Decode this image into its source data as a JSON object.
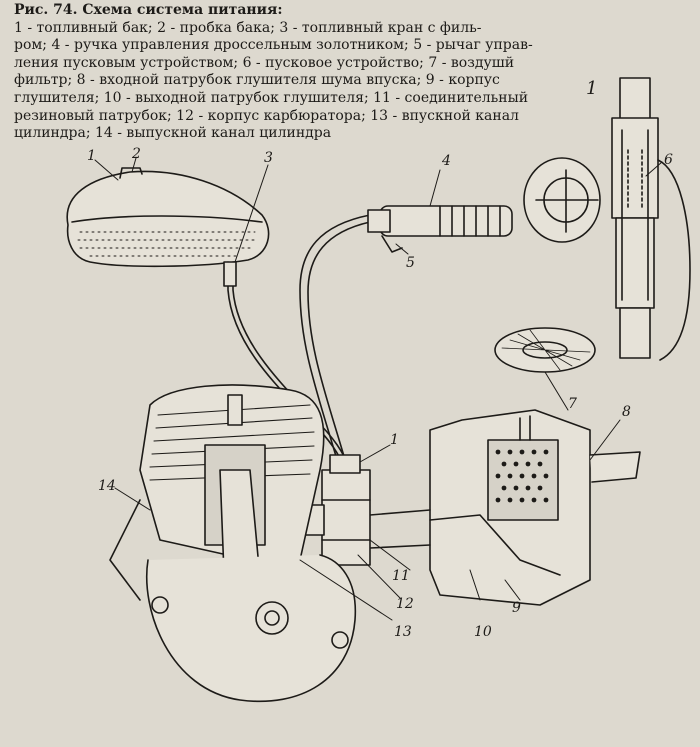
{
  "caption": {
    "title": "Рис. 74. Схема система питания:",
    "line1": "1 - топливный бак; 2 - пробка бака; 3 - топливный кран с филь-",
    "line2": "ром; 4 - ручка управления дроссельным золотником; 5 - рычаг управ-",
    "line3": "ления пусковым устройством; 6 - пусковое устройство; 7 - воздушй",
    "line4": "фильтр; 8 - входной патрубок глушителя шума впуска; 9 - корпус",
    "line5": "глушителя; 10 - выходной патрубок глушителя; 11 - соединительный",
    "line6": "резиновый патрубок; 12 - корпус карбюратора; 13 - впускной канал",
    "line7": "цилиндра; 14 - выпускной канал цилиндра"
  },
  "labels": {
    "tank": "1",
    "cap": "2",
    "valve": "3",
    "grip": "4",
    "lever": "5",
    "starter": "6",
    "filter": "7",
    "inlet": "8",
    "body": "9",
    "outlet": "10",
    "hose": "11",
    "carb": "12",
    "intake": "13",
    "exhaust": "14",
    "carb_detail": "1",
    "carb_main": "1"
  },
  "colors": {
    "paper": "#ddd9cf",
    "ink": "#1d1b18"
  }
}
